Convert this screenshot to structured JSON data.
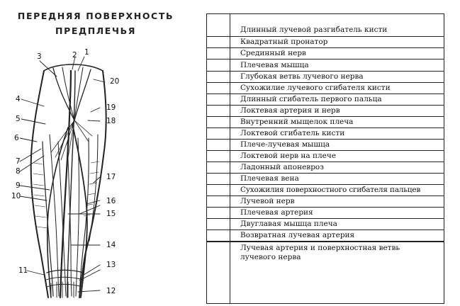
{
  "header": {
    "title_line1": "ПЕРЕДНЯЯ ПОВЕРХНОСТЬ",
    "title_line2": "ПРЕДПЛЕЧЬЯ"
  },
  "figure": {
    "labels": [
      "1",
      "2",
      "3",
      "4",
      "5",
      "6",
      "7",
      "8",
      "9",
      "10",
      "11",
      "12",
      "13",
      "14",
      "15",
      "16",
      "17",
      "18",
      "19",
      "20"
    ]
  },
  "table": {
    "rows": [
      "Длинный лучевой разгибатель кисти",
      "Квадратный пронатор",
      "Срединный нерв",
      "Плечевая мышца",
      "Глубокая ветвь лучевого нерва",
      "Сухожилие лучевого сгибателя кисти",
      "Длинный сгибатель первого пальца",
      "Локтевая артерия и нерв",
      "Внутренний мыщелок плеча",
      "Локтевой сгибатель кисти",
      "Плече-лучевая мышца",
      "Локтевой нерв на плече",
      "Ладонный апоневроз",
      "Плечевая вена",
      "Сухожилия поверхностного сгибателя пальцев",
      "Лучевой нерв",
      "Плечевая артерия",
      "Двуглавая мышца плеча",
      "Возвратная лучевая артерия",
      "Лучевая артерия и поверхностная ветвь лучевого нерва"
    ]
  }
}
